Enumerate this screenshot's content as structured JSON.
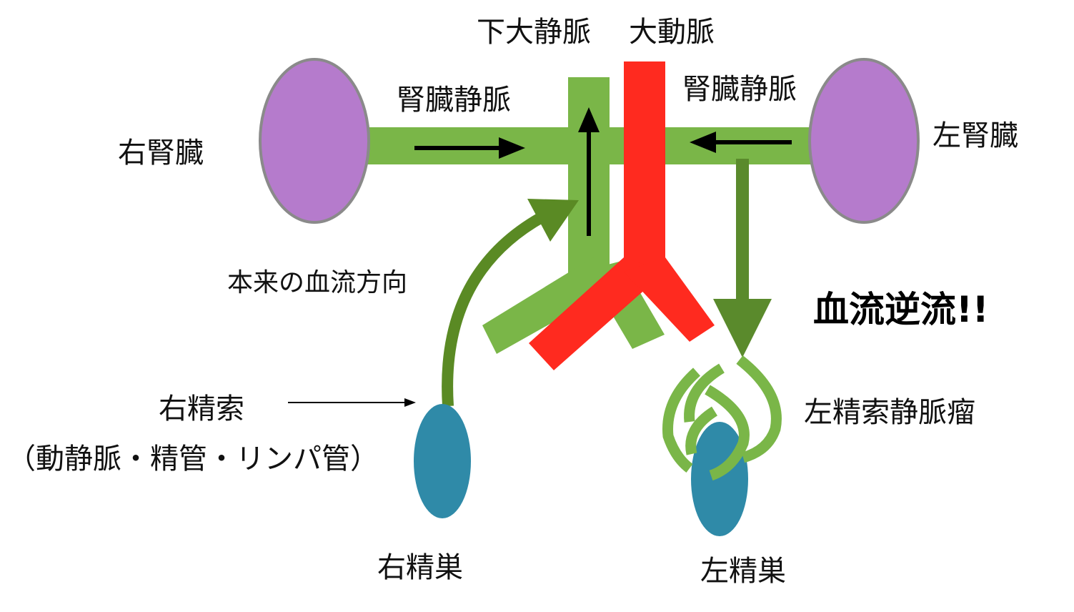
{
  "labels": {
    "ivc": "下大静脈",
    "aorta": "大動脈",
    "renal_vein_left_side": "腎臓静脈",
    "renal_vein_right_side": "腎臓静脈",
    "right_kidney": "右腎臓",
    "left_kidney": "左腎臓",
    "normal_flow": "本来の血流方向",
    "reflux": "血流逆流!!",
    "right_cord": "右精索",
    "right_cord_detail": "（動静脈・精管・リンパ管）",
    "left_varicocele": "左精索静脈瘤",
    "right_testis": "右精巣",
    "left_testis": "左精巣"
  },
  "colors": {
    "vein": "#7ab648",
    "vein_dark": "#5a8a2c",
    "artery": "#ff2a1f",
    "kidney": "#b57bcc",
    "kidney_border": "#8a8a8a",
    "testis": "#2f8aa8",
    "arrow": "#000000",
    "flow_arrow": "#5a8a24"
  }
}
